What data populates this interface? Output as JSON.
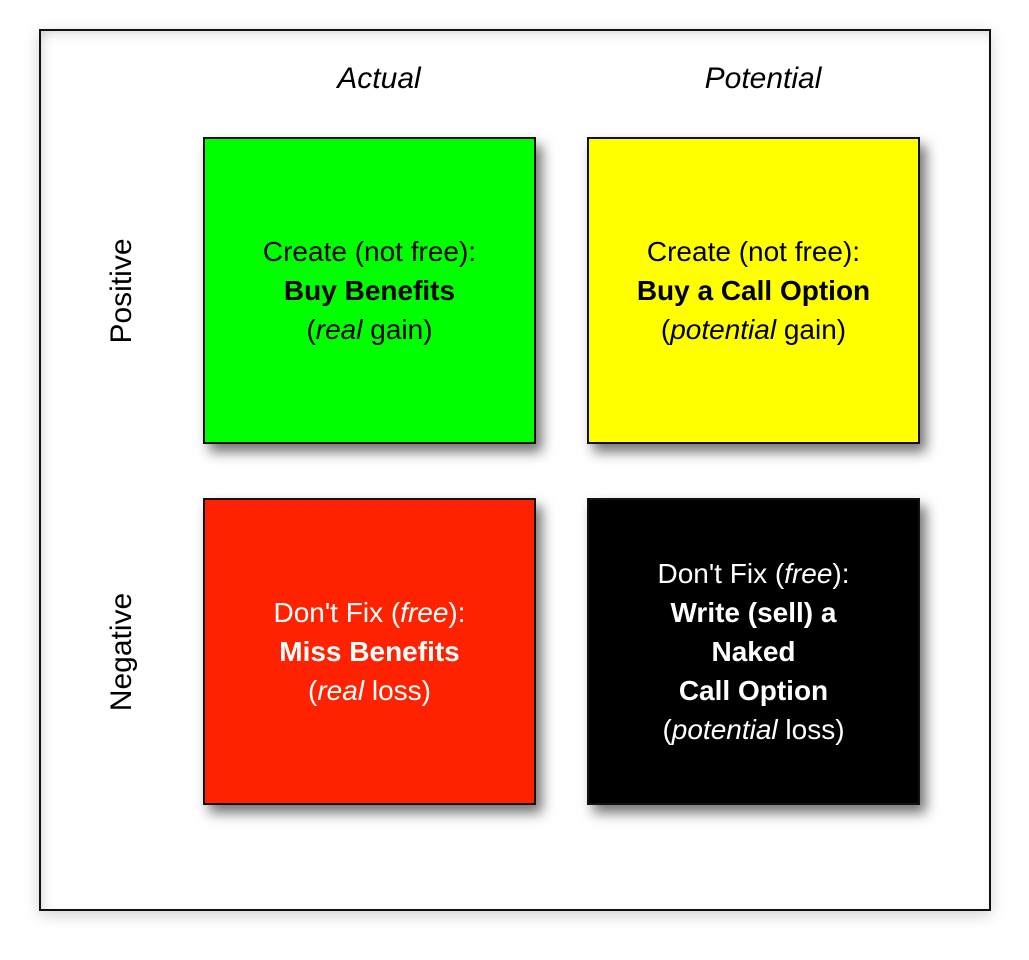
{
  "columns": [
    "Actual",
    "Potential"
  ],
  "rows": [
    "Positive",
    "Negative"
  ],
  "colors": {
    "green": "#00FF00",
    "yellow": "#FFFF00",
    "red": "#FF2200",
    "black": "#000000"
  },
  "cells": {
    "actual_positive": {
      "line1": "Create (not free):",
      "bold": [
        "Buy Benefits"
      ],
      "paren_italic": "real",
      "paren_rest": " gain"
    },
    "potential_positive": {
      "line1": "Create (not free):",
      "bold": [
        "Buy a Call Option"
      ],
      "paren_italic": "potential",
      "paren_rest": " gain"
    },
    "actual_negative": {
      "line1_pre": "Don't Fix (",
      "line1_italic": "free",
      "line1_post": "):",
      "bold": [
        "Miss Benefits"
      ],
      "paren_italic": "real",
      "paren_rest": " loss"
    },
    "potential_negative": {
      "line1_pre": "Don't Fix (",
      "line1_italic": "free",
      "line1_post": "):",
      "bold": [
        "Write (sell) a",
        "Naked",
        "Call Option"
      ],
      "paren_italic": "potential",
      "paren_rest": " loss"
    }
  },
  "punct": {
    "open": "(",
    "close": ")"
  }
}
